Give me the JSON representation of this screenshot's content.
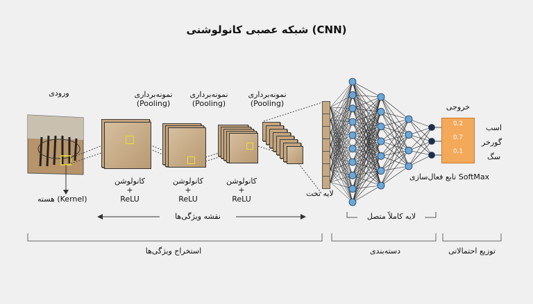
{
  "title": "شبکه عصبی کانولوشنی (CNN)",
  "input_label": "ورودی",
  "kernel_label": "هسته (Kernel)",
  "pooling_labels": [
    {
      "line1": "نمونه‌برداری",
      "line2": "(Pooling)"
    },
    {
      "line1": "نمونه‌برداری",
      "line2": "(Pooling)"
    },
    {
      "line1": "نمونه‌برداری",
      "line2": "(Pooling)"
    }
  ],
  "conv_labels": [
    {
      "line1": "کانولوشن",
      "line2": "+",
      "line3": "ReLU"
    },
    {
      "line1": "کانولوشن",
      "line2": "+",
      "line3": "ReLU"
    },
    {
      "line1": "کانولوشن",
      "line2": "+",
      "line3": "ReLU"
    }
  ],
  "feature_maps_label": "نقشه ویژگی‌ها",
  "flatten_label": "لایه تخت",
  "fc_label": "لایه کاملاً متصل",
  "softmax_label": "تابع فعال‌سازی SoftMax",
  "output_label": "خروجی",
  "outputs": [
    {
      "label": "اسب",
      "prob": "0.2"
    },
    {
      "label": "گورخر",
      "prob": "0.7"
    },
    {
      "label": "سگ",
      "prob": "0.1"
    }
  ],
  "sections": {
    "feature_extraction": "استخراج ویژگی‌ها",
    "classification": "دسته‌بندی",
    "probabilistic_distribution": "توزیع احتمالاتی"
  },
  "colors": {
    "node_blue": "#6aa8d8",
    "node_dark": "#1f2d4a",
    "feature_map": "#c4a57e",
    "output_box": "#f4a85a",
    "kernel": "#f0e030"
  }
}
